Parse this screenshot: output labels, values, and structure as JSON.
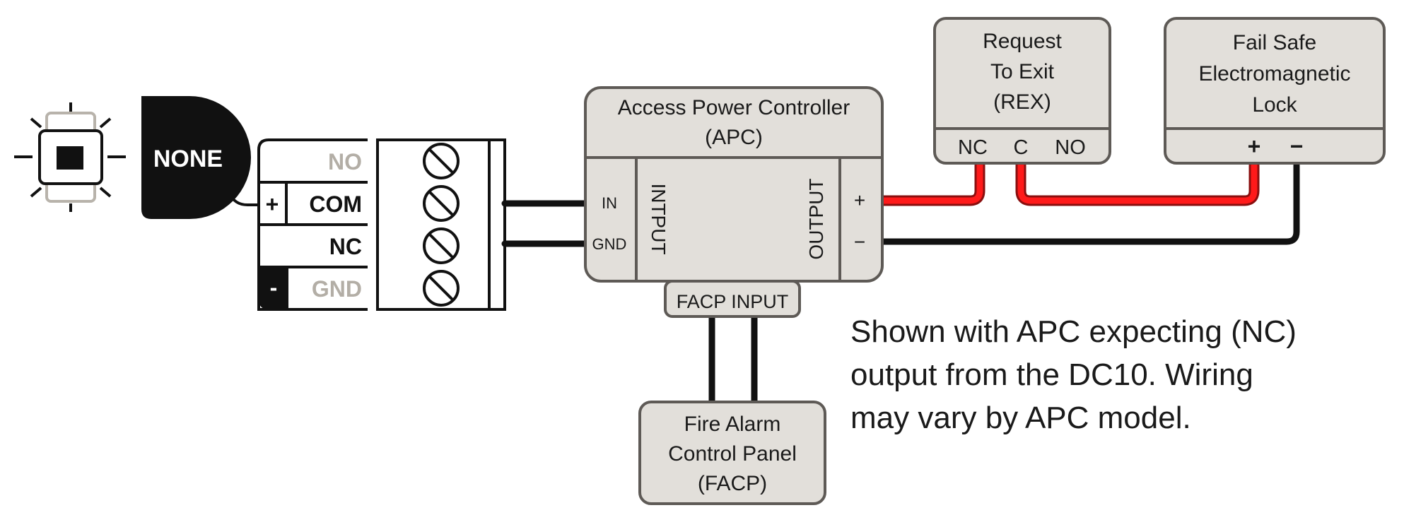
{
  "indicator": {
    "label": "NONE"
  },
  "terminal_block": {
    "rows": [
      {
        "polarity": "",
        "label": "NO",
        "muted": true
      },
      {
        "polarity": "+",
        "label": "COM",
        "muted": false
      },
      {
        "polarity": "",
        "label": "NC",
        "muted": false
      },
      {
        "polarity": "-",
        "label": "GND",
        "muted": true
      }
    ]
  },
  "apc": {
    "title_line1": "Access Power Controller",
    "title_line2": "(APC)",
    "in_label": "IN",
    "gnd_label": "GND",
    "input_label": "INTPUT",
    "output_label": "OUTPUT",
    "plus_label": "+",
    "minus_label": "−",
    "facp_input_label": "FACP INPUT"
  },
  "rex": {
    "line1": "Request",
    "line2": "To Exit",
    "line3": "(REX)",
    "terminals": [
      "NC",
      "C",
      "NO"
    ]
  },
  "lock": {
    "line1": "Fail Safe",
    "line2": "Electromagnetic",
    "line3": "Lock",
    "plus_label": "+",
    "minus_label": "−"
  },
  "facp": {
    "line1": "Fire Alarm",
    "line2": "Control Panel",
    "line3": "(FACP)"
  },
  "note": {
    "line1": "Shown with APC expecting (NC)",
    "line2": "output from the DC10. Wiring",
    "line3": "may vary by APC model."
  },
  "colors": {
    "box_fill": "#e2dfda",
    "box_stroke": "#5e5a56",
    "wire_red": "#ff1a1a",
    "wire_black": "#111111",
    "muted_text": "#b3aea6"
  }
}
